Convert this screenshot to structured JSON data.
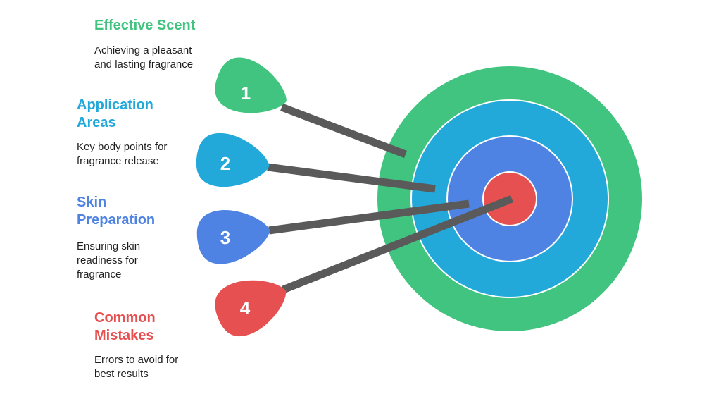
{
  "colors": {
    "green": "#40c47f",
    "blue": "#22a9da",
    "royal_blue": "#4f83e3",
    "red": "#e65050",
    "shaft": "#5a5a5a",
    "ring_gap": "#ffffff"
  },
  "items": [
    {
      "number": "1",
      "title": "Effective Scent",
      "description": "Achieving a pleasant\nand lasting fragrance",
      "color": "#40c47f"
    },
    {
      "number": "2",
      "title": "Application\nAreas",
      "description": "Key body points for\nfragrance release",
      "color": "#22a9da"
    },
    {
      "number": "3",
      "title": "Skin\nPreparation",
      "description": "Ensuring skin\nreadiness for\nfragrance",
      "color": "#4f83e3"
    },
    {
      "number": "4",
      "title": "Common\nMistakes",
      "description": "Errors to avoid for\nbest results",
      "color": "#e65050"
    }
  ]
}
